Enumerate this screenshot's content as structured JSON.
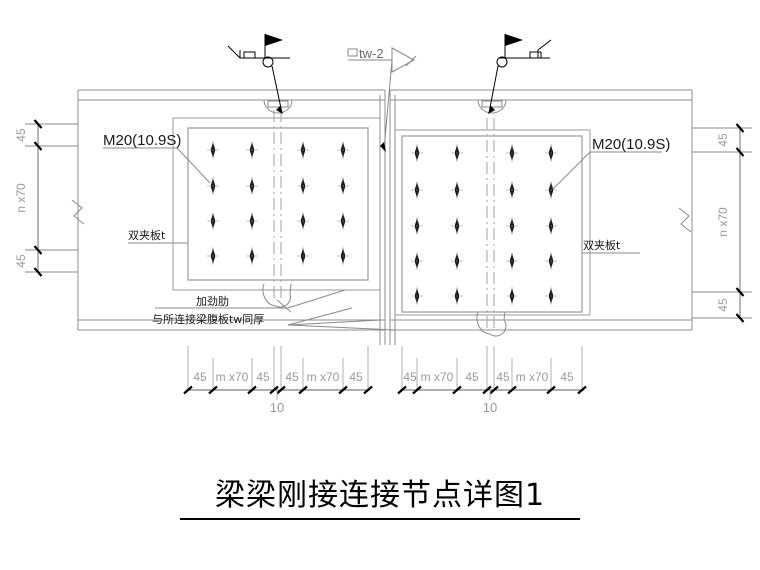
{
  "drawing": {
    "title": "梁梁刚接连接节点详图1",
    "type": "structural-steel-connection-detail"
  },
  "labels": {
    "bolt_left": "M20(10.9S)",
    "bolt_right": "M20(10.9S)",
    "splice_plate_left": "双夹板t",
    "splice_plate_right": "双夹板t",
    "stiffener": "加劲肋",
    "stiffener_note": "与所连接梁腹板tw同厚",
    "weld_size": "tw-2"
  },
  "dimensions": {
    "vertical_left": [
      "45",
      "n x70",
      "45"
    ],
    "vertical_right": [
      "45",
      "n x70",
      "45"
    ],
    "horizontal": [
      {
        "group": 1,
        "chain": [
          "45",
          "m x70",
          "45"
        ]
      },
      {
        "group": 2,
        "chain": [
          "45",
          "m x70",
          "45"
        ],
        "gap": "10"
      },
      {
        "group": 3,
        "chain": [
          "45",
          "m x70",
          "45"
        ]
      },
      {
        "group": 4,
        "chain": [
          "45",
          "m x70",
          "45"
        ],
        "gap": "10"
      }
    ],
    "gap_left": "10",
    "gap_right": "10"
  },
  "dim_text": {
    "v_l_45_top": "45",
    "v_l_n70": "n x70",
    "v_l_45_bot": "45",
    "v_r_45_top": "45",
    "v_r_n70": "n x70",
    "v_r_45_bot": "45",
    "h1_45a": "45",
    "h1_m70": "m x70",
    "h1_45b": "45",
    "h2_45a": "45",
    "h2_m70": "m x70",
    "h2_45b": "45",
    "h3_45a": "45",
    "h3_m70": "m x70",
    "h3_45b": "45",
    "h4_45a": "45",
    "h4_m70": "m x70",
    "h4_45b": "45",
    "gap1": "10",
    "gap2": "10"
  },
  "bolt_groups": {
    "left_plate": {
      "rows": 4,
      "cols": 4
    },
    "right_plate": {
      "rows": 5,
      "cols": 4
    }
  },
  "colors": {
    "line": "#000000",
    "thin": "#9a9a9a",
    "dim": "#a0a0a0",
    "text": "#000000"
  }
}
